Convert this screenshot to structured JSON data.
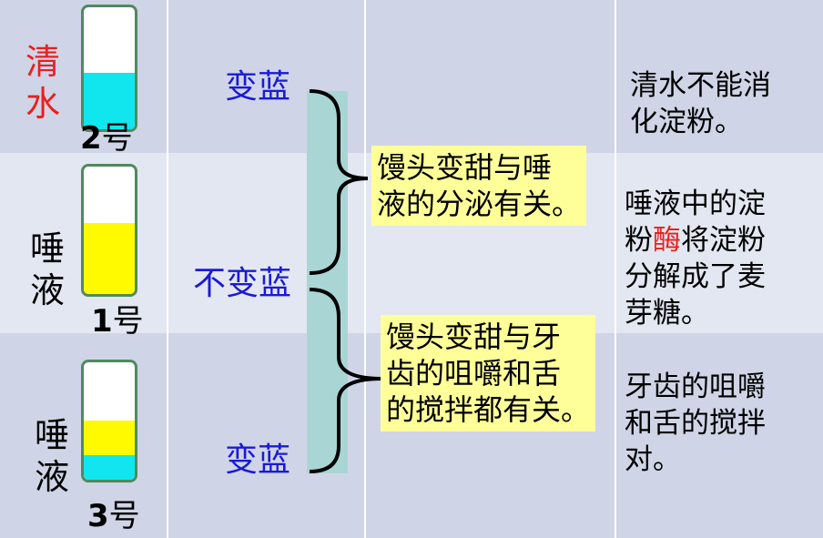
{
  "colors": {
    "band_light": "#dde2ee",
    "band_mid": "#ccd2e4",
    "cyan_liquid": "#11e6ee",
    "yellow_liquid": "#fffa00",
    "tube_outline": "#4f8a5f",
    "result_blue": "#1a1ad6",
    "water_red": "#e8201f",
    "box_yellow": "#ffff99",
    "brace_fill": "#a9d6d5"
  },
  "rows": [
    {
      "sample": "清\n水",
      "sample_color": "#e8201f",
      "number": "2",
      "number_suffix": "号",
      "liquid": "cyan"
    },
    {
      "sample": "唾\n液",
      "sample_color": "#000000",
      "number": "1",
      "number_suffix": "号",
      "liquid": "yellow"
    },
    {
      "sample": "唾\n液",
      "sample_color": "#000000",
      "number": "3",
      "number_suffix": "号",
      "liquid": "yellow-over-cyan"
    }
  ],
  "results": [
    "变蓝",
    "不变蓝",
    "变蓝"
  ],
  "comparisons": [
    "馒头变甜与唾\n液的分泌有关。",
    "馒头变甜与牙\n齿的咀嚼和舌\n的搅拌都有关。"
  ],
  "conclusions": {
    "row1": "清水不能消\n化淀粉。",
    "row2_prefix": "唾液中的淀\n粉",
    "row2_highlight": "酶",
    "row2_suffix": "将淀粉\n分解成了麦\n芽糖。",
    "row3": "牙齿的咀嚼\n和舌的搅拌\n对。"
  }
}
